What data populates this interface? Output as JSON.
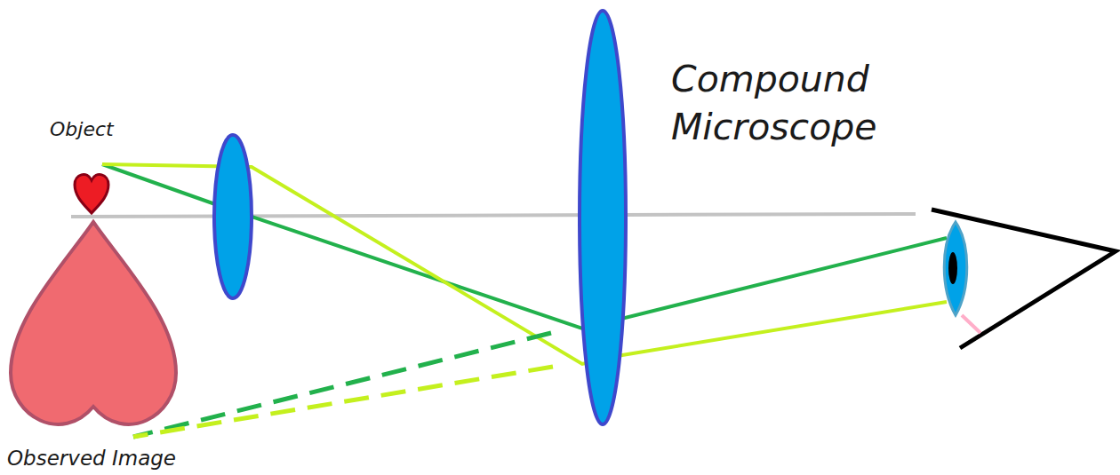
{
  "diagram": {
    "title": "Compound Microscope",
    "labels": [
      "Object",
      "Observed Image"
    ]
  }
}
